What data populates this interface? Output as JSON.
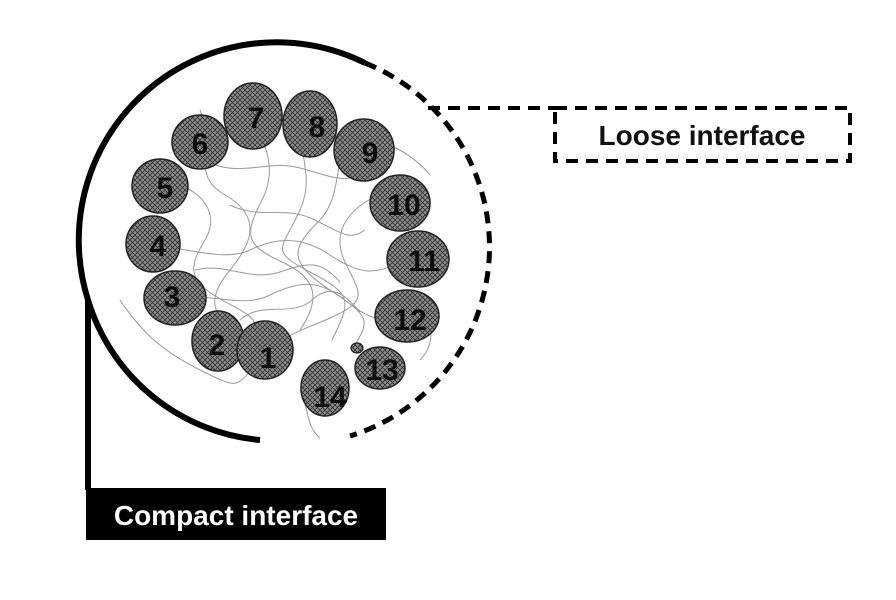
{
  "labels": {
    "loose": "Loose interface",
    "compact": "Compact interface"
  },
  "subunits": [
    "1",
    "2",
    "3",
    "4",
    "5",
    "6",
    "7",
    "8",
    "9",
    "10",
    "11",
    "12",
    "13",
    "14"
  ],
  "colors": {
    "ink": "#000000",
    "blob_fill": "#8f8f8f",
    "mesh": "#2e2e2e",
    "trace": "#9a9a9a",
    "background": "#ffffff"
  }
}
